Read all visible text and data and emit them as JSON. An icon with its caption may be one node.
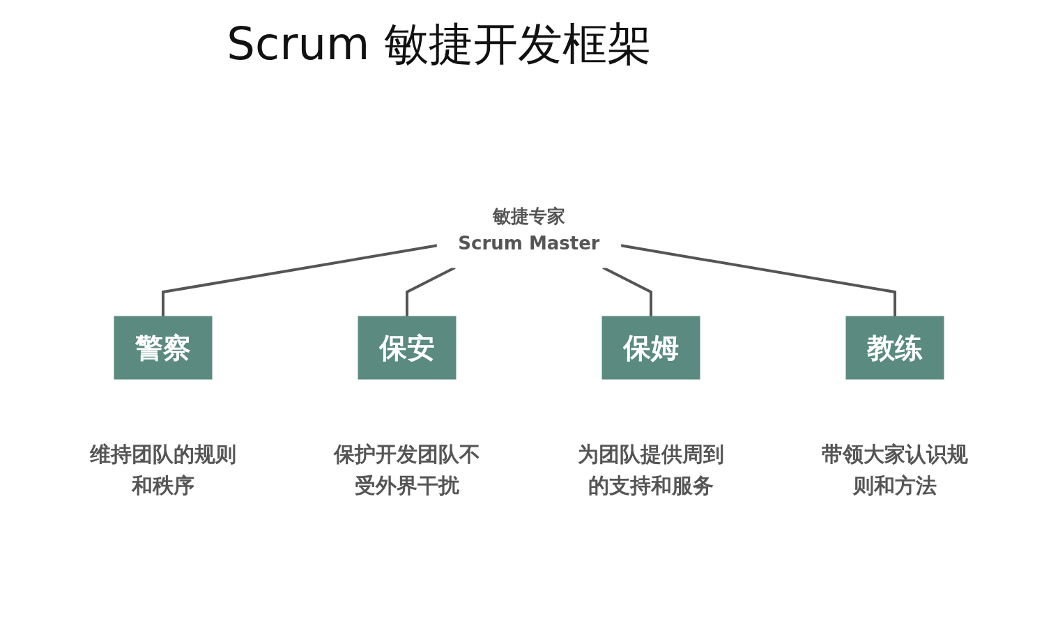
{
  "diagram": {
    "title": "Scrum 敏捷开发框架",
    "nodes": [
      {
        "text": [
          "敏捷专家",
          "Scrum Master"
        ]
      },
      {
        "text": [
          "警察"
        ],
        "beside": [
          "维持团队的规则和秩序"
        ]
      },
      {
        "text": [
          "保安"
        ],
        "beside": [
          "保护开发团队不受外界干扰"
        ]
      },
      {
        "text": [
          "保姆"
        ],
        "beside": [
          "为团队提供周到的支持和服务"
        ]
      },
      {
        "text": [
          "教练"
        ],
        "beside": [
          "带领大家认识规则和方法"
        ]
      }
    ],
    "edges": [
      {
        "from": 0,
        "to": 1,
        "arrow": "none"
      },
      {
        "from": 0,
        "to": 2,
        "arrow": "none"
      },
      {
        "from": 0,
        "to": 3,
        "arrow": "none"
      },
      {
        "from": 0,
        "to": 4,
        "arrow": "none"
      }
    ]
  }
}
